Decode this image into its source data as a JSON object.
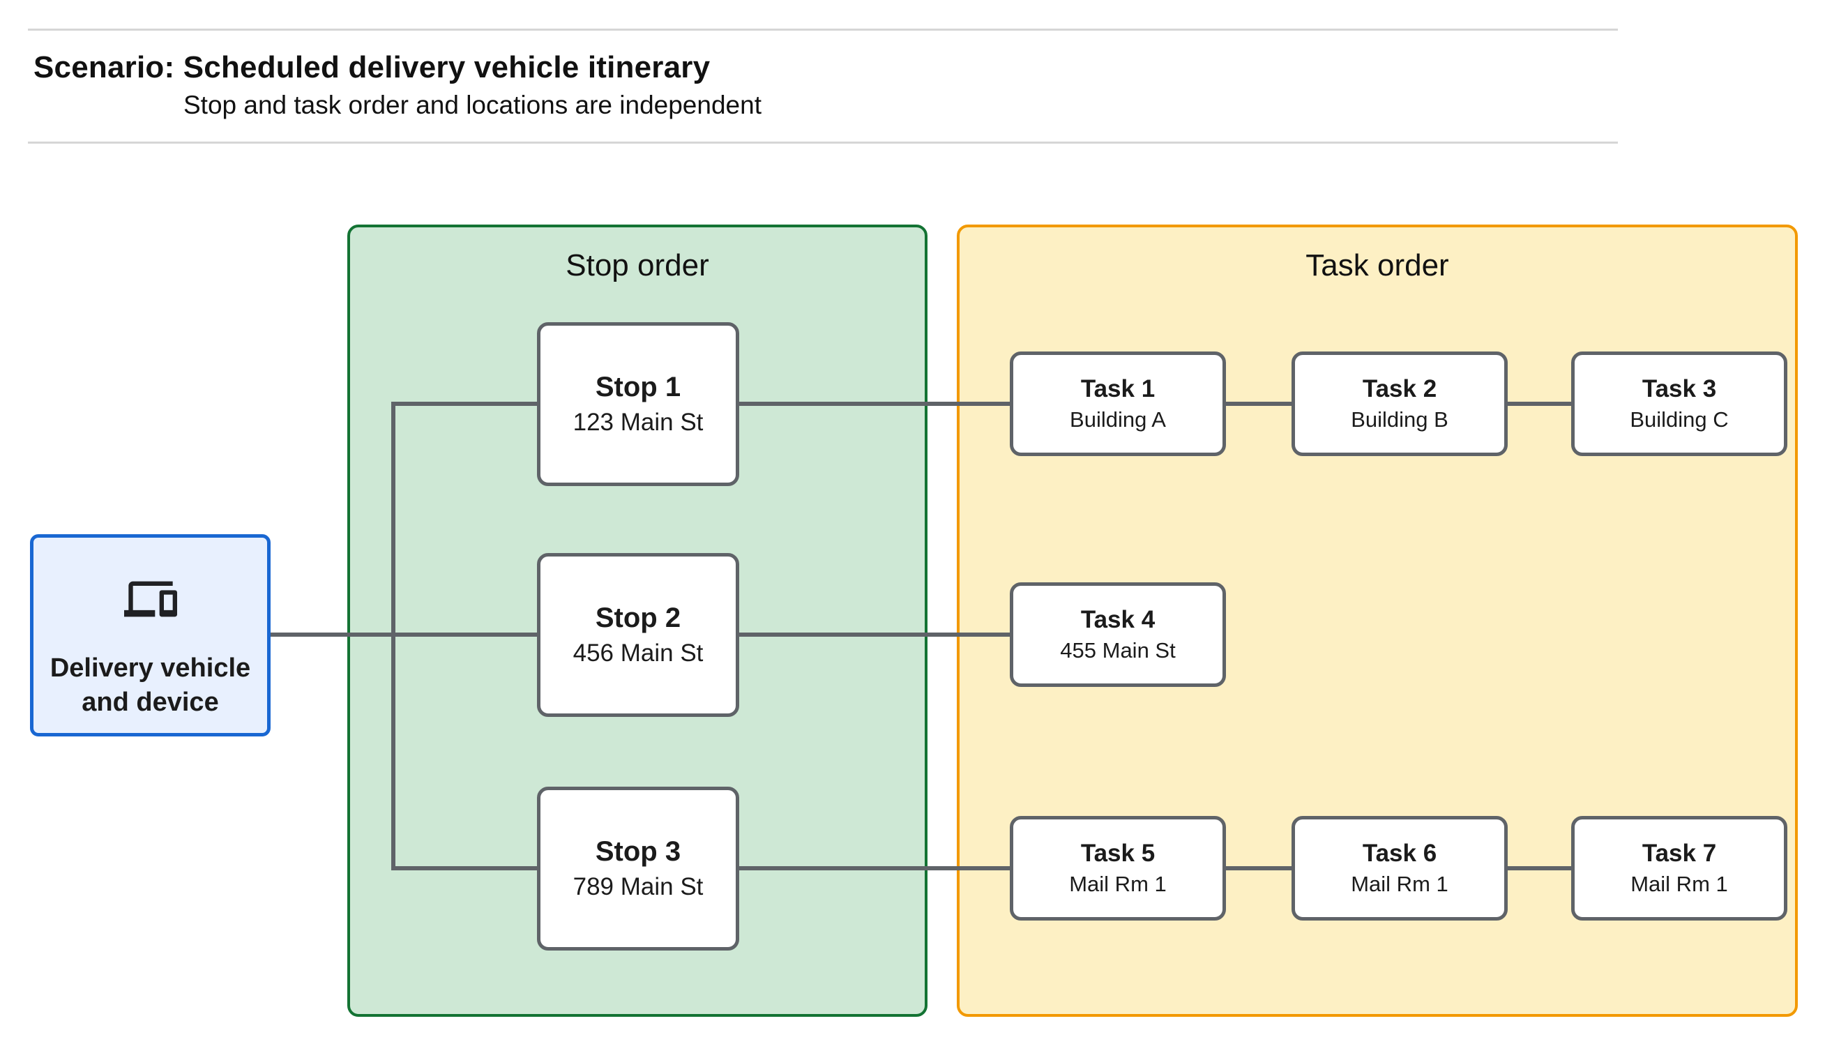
{
  "header": {
    "title": "Scenario: Scheduled delivery vehicle itinerary",
    "subtitle": "Stop and task order and locations are independent"
  },
  "vehicle_node": {
    "label": "Delivery vehicle and device",
    "icon": "devices-icon"
  },
  "panels": {
    "stop_order": {
      "title": "Stop order",
      "fill": "#cee8d5",
      "border": "#137333"
    },
    "task_order": {
      "title": "Task order",
      "fill": "#fdf0c4",
      "border": "#f29900"
    }
  },
  "stops": [
    {
      "title": "Stop 1",
      "subtitle": "123 Main St"
    },
    {
      "title": "Stop 2",
      "subtitle": "456 Main St"
    },
    {
      "title": "Stop 3",
      "subtitle": "789 Main St"
    }
  ],
  "tasks": [
    {
      "title": "Task 1",
      "subtitle": "Building A"
    },
    {
      "title": "Task 2",
      "subtitle": "Building B"
    },
    {
      "title": "Task 3",
      "subtitle": "Building C"
    },
    {
      "title": "Task 4",
      "subtitle": "455 Main St"
    },
    {
      "title": "Task 5",
      "subtitle": "Mail Rm 1"
    },
    {
      "title": "Task 6",
      "subtitle": "Mail Rm 1"
    },
    {
      "title": "Task 7",
      "subtitle": "Mail Rm 1"
    }
  ],
  "edges": [
    {
      "from": "vehicle",
      "to": "stop-1"
    },
    {
      "from": "vehicle",
      "to": "stop-2"
    },
    {
      "from": "vehicle",
      "to": "stop-3"
    },
    {
      "from": "stop-1",
      "to": "task-1"
    },
    {
      "from": "task-1",
      "to": "task-2"
    },
    {
      "from": "task-2",
      "to": "task-3"
    },
    {
      "from": "stop-2",
      "to": "task-4"
    },
    {
      "from": "stop-3",
      "to": "task-5"
    },
    {
      "from": "task-5",
      "to": "task-6"
    },
    {
      "from": "task-6",
      "to": "task-7"
    }
  ],
  "colors": {
    "vehicle_fill": "#e8f0fe",
    "vehicle_border": "#1967d2",
    "node_border": "#5f6368",
    "connector": "#5f6368",
    "rule": "#d6d6d6",
    "text": "#202124"
  }
}
